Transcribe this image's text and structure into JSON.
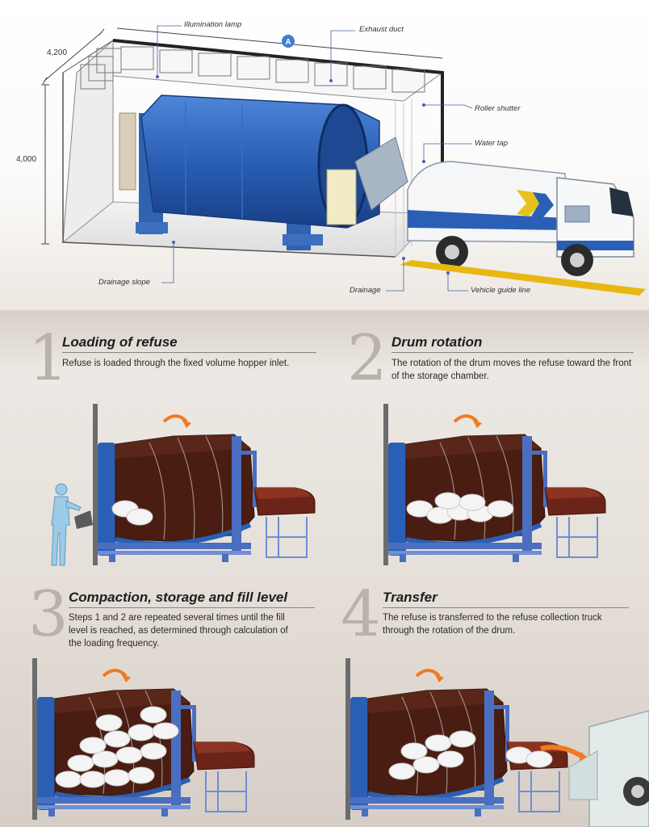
{
  "overview": {
    "labels": {
      "illumination_lamp": "Illumination lamp",
      "exhaust_duct": "Exhaust duct",
      "roller_shutter": "Roller shutter",
      "water_tap": "Water tap",
      "drainage_slope": "Drainage slope",
      "drainage": "Drainage",
      "vehicle_guide_line": "Vehicle guide line"
    },
    "section_marker": "A",
    "dimension_depth": "4,200",
    "dimension_height": "4,000"
  },
  "steps": [
    {
      "number": "1",
      "title": "Loading of refuse",
      "description": "Refuse is loaded through the fixed volume hopper inlet."
    },
    {
      "number": "2",
      "title": "Drum rotation",
      "description": "The rotation of the drum moves the refuse toward the front of the storage chamber."
    },
    {
      "number": "3",
      "title": "Compaction, storage and fill level",
      "description": "Steps 1 and 2 are repeated several times until the fill level is reached, as determined through calculation of the loading frequency."
    },
    {
      "number": "4",
      "title": "Transfer",
      "description": "The refuse is transferred to the refuse collection truck through the rotation of the drum."
    }
  ],
  "colors": {
    "drum_blue": "#2a5fb5",
    "frame_blue": "#4a6fc0",
    "drum_interior": "#4a1d12",
    "hopper": "#6b2418",
    "arrow_orange": "#f07a22",
    "guide_line": "#e8b711"
  }
}
